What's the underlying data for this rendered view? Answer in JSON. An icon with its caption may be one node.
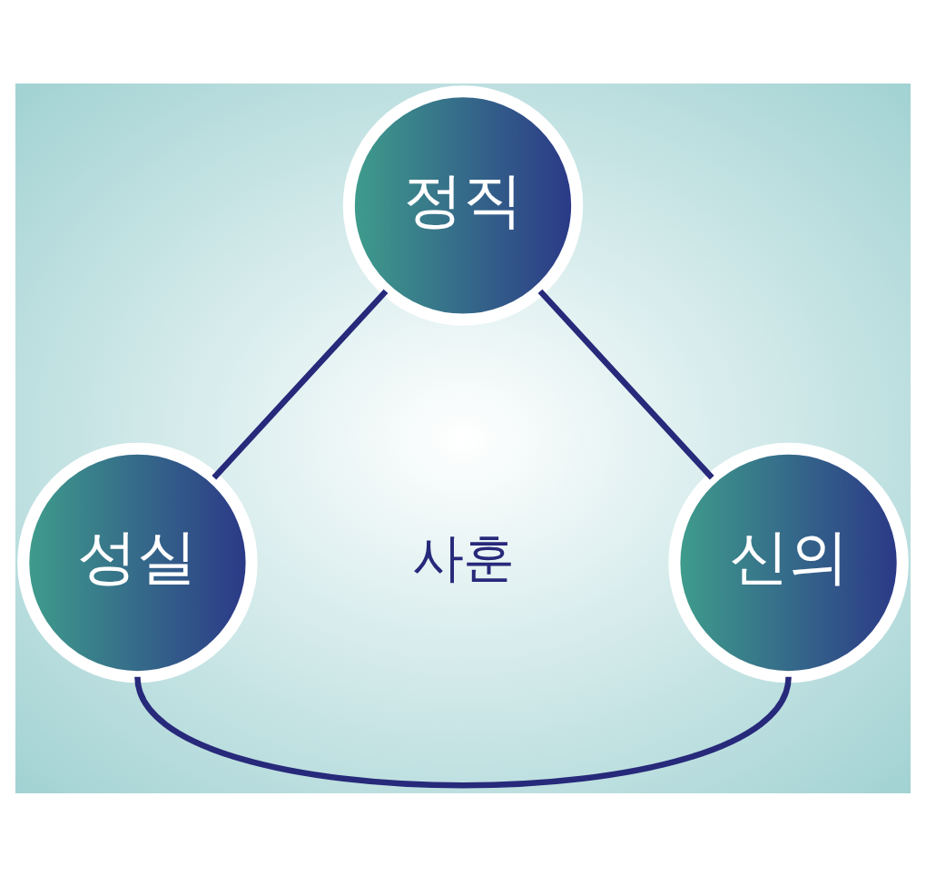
{
  "diagram": {
    "nodes": [
      {
        "text": [
          "정직"
        ]
      },
      {
        "text": [
          "성실"
        ]
      },
      {
        "text": [
          "신의"
        ]
      }
    ],
    "edges": [
      {
        "from": 0,
        "to": 2,
        "arrow": "none"
      },
      {
        "from": 2,
        "to": 1,
        "arrow": "none"
      },
      {
        "from": 1,
        "to": 0,
        "arrow": "none"
      }
    ],
    "labels": [
      "사훈"
    ]
  }
}
